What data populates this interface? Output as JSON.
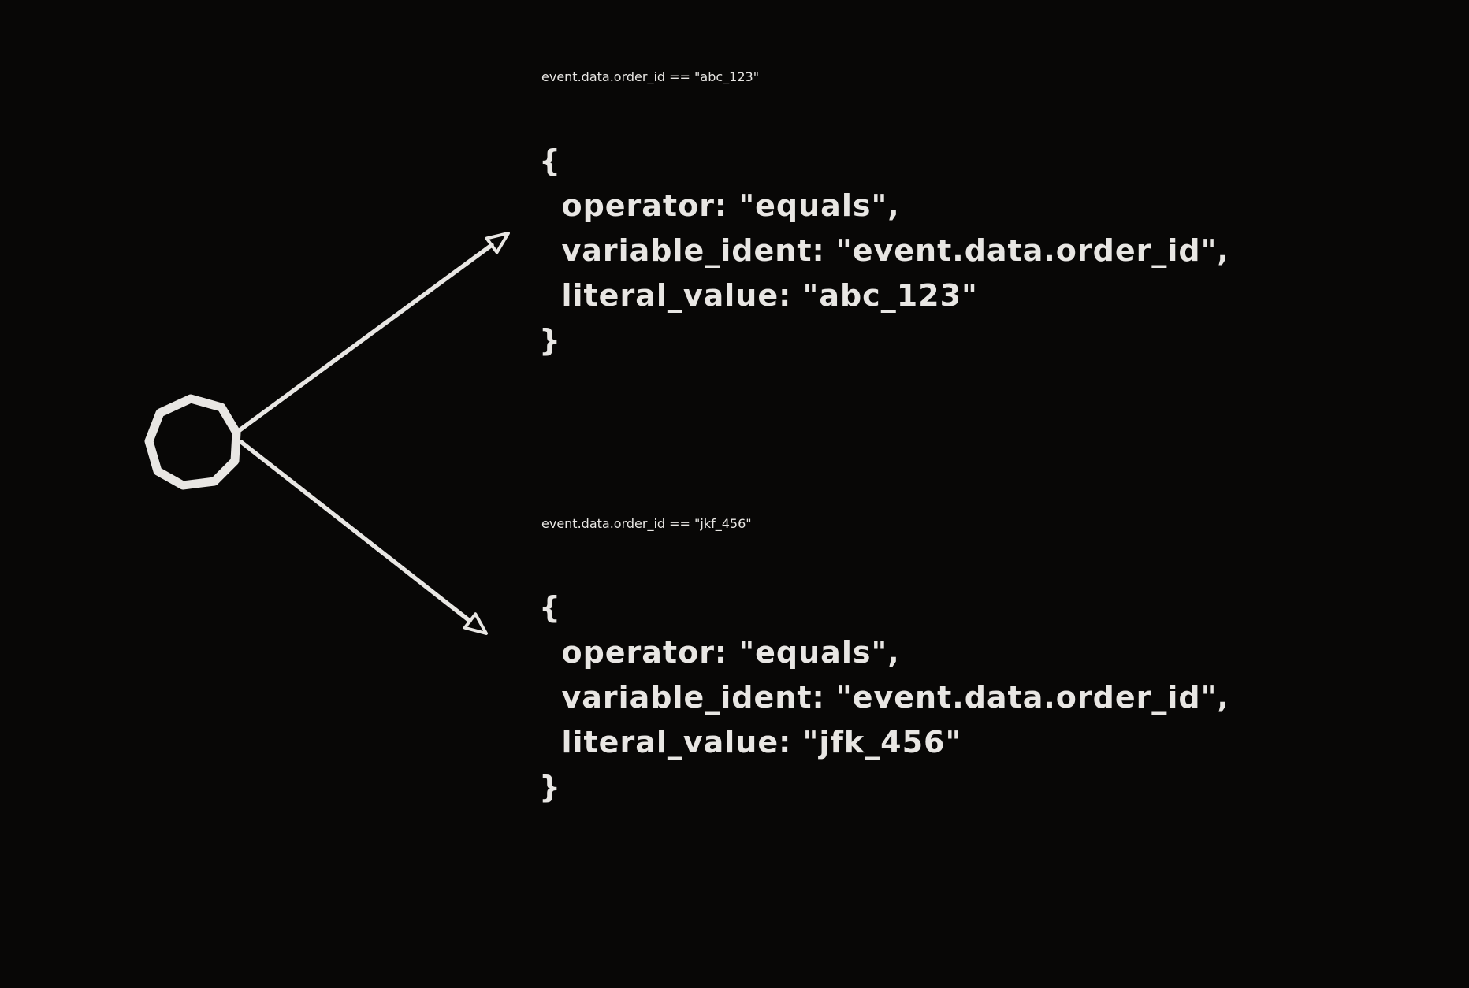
{
  "colors": {
    "background": "#080706",
    "ink": "#e8e6e3"
  },
  "diagram": {
    "style": "hand-drawn whiteboard sketch",
    "node": {
      "shape": "circle",
      "label": ""
    },
    "arrow_count": 2
  },
  "branches": [
    {
      "condition": "event.data.order_id == \"abc_123\"",
      "code": "{\n  operator: \"equals\",\n  variable_ident: \"event.data.order_id\",\n  literal_value: \"abc_123\"\n}"
    },
    {
      "condition": "event.data.order_id == \"jkf_456\"",
      "code": "{\n  operator: \"equals\",\n  variable_ident: \"event.data.order_id\",\n  literal_value: \"jfk_456\"\n}"
    }
  ]
}
